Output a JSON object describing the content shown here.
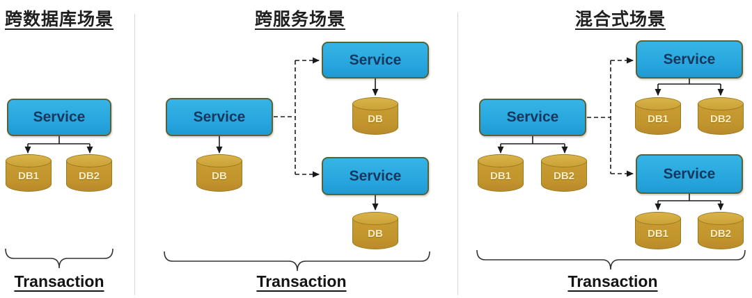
{
  "diagram": {
    "kind": "distributed-transaction-scenarios",
    "colors": {
      "service_fill": "#29a8df",
      "service_border": "#5c6135",
      "service_text": "#17375e",
      "db_body": "#c2952d",
      "db_top": "#d0a63a",
      "db_text": "#f8ecc0",
      "connector": "#1a1a1a",
      "divider": "#d7d7d7",
      "title_text": "#1f1f1f"
    }
  },
  "sections": [
    {
      "title": "跨数据库场景",
      "transaction": "Transaction",
      "service": "Service",
      "db1": "DB1",
      "db2": "DB2"
    },
    {
      "title": "跨服务场景",
      "transaction": "Transaction",
      "service_main": "Service",
      "service_top": "Service",
      "service_bottom": "Service",
      "db_main": "DB",
      "db_top": "DB",
      "db_bottom": "DB"
    },
    {
      "title": "混合式场景",
      "transaction": "Transaction",
      "service_main": "Service",
      "service_top": "Service",
      "service_bottom": "Service",
      "db_main1": "DB1",
      "db_main2": "DB2",
      "db_top1": "DB1",
      "db_top2": "DB2",
      "db_bottom1": "DB1",
      "db_bottom2": "DB2"
    }
  ]
}
